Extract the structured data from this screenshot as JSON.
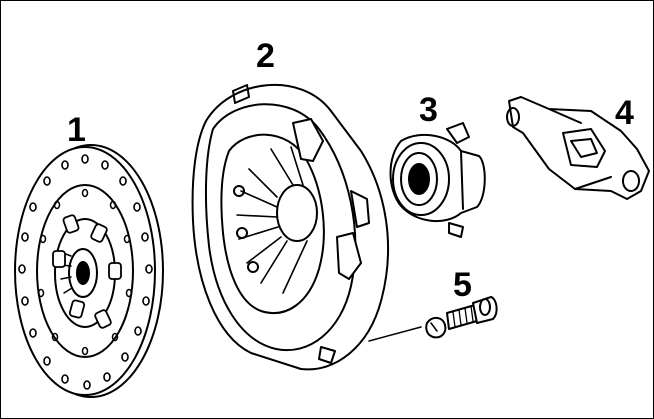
{
  "diagram": {
    "parts": [
      {
        "id": "1",
        "label": "1",
        "icon": "clutch-disc-icon"
      },
      {
        "id": "2",
        "label": "2",
        "icon": "pressure-plate-icon"
      },
      {
        "id": "3",
        "label": "3",
        "icon": "release-bearing-icon"
      },
      {
        "id": "4",
        "label": "4",
        "icon": "release-fork-icon"
      },
      {
        "id": "5",
        "label": "5",
        "icon": "bolt-and-washer-icon"
      }
    ],
    "colors": {
      "line": "#000000",
      "background": "#ffffff"
    }
  }
}
